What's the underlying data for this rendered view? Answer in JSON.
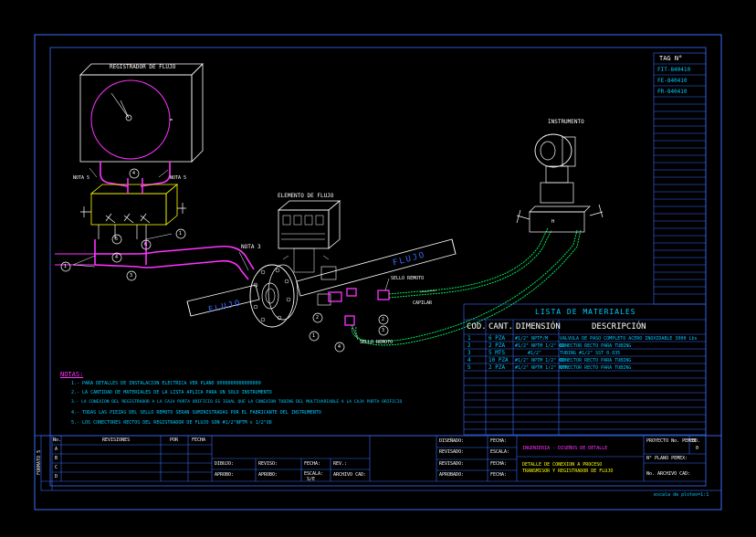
{
  "drawing": {
    "recorder_title": "REGISTRADOR DE FLUJO",
    "instrument_label": "INSTRUMENTO",
    "flow_element_label": "ELEMENTO DE FLUJO",
    "flow_text": "FLUJO",
    "nota3": "NOTA 3",
    "nota5_left": "NOTA 5",
    "nota5_right": "NOTA 5",
    "sello_remoto_top": "SELLO REMOTO",
    "sello_remoto_bottom": "SELLO REMOTO",
    "capilar": "CAPILAR",
    "bubbles": [
      "1",
      "2",
      "3",
      "4",
      "5",
      "6"
    ],
    "h_label": "H"
  },
  "tags": {
    "header": "TAG N°",
    "items": [
      "FIT-840410",
      "FE-840410",
      "FR-840410"
    ]
  },
  "bom": {
    "title": "LISTA DE MATERIALES",
    "headers": [
      "COD.",
      "CANT.",
      "DIMENSIÓN",
      "DESCRIPCIÓN"
    ],
    "rows": [
      {
        "cod": "1",
        "cant": "6 PZA",
        "dim": "#1/2\" NPTF/M",
        "desc": "VALVULA DE PASO COMPLETO ACERO INOXIDABLE 3000 Lbs"
      },
      {
        "cod": "2",
        "cant": "2 PZA",
        "dim": "#1/2\" NPTM 1/2\" OD",
        "desc": "CONECTOR RECTO PARA TUBING"
      },
      {
        "cod": "3",
        "cant": "5 MTS",
        "dim": "#1/2\"",
        "desc": "TUBING #1/2\" SST 0.035"
      },
      {
        "cod": "4",
        "cant": "10 PZA",
        "dim": "#1/2\" NPTM 1/2\" OD",
        "desc": "CONECTOR RECTO PARA TUBING"
      },
      {
        "cod": "5",
        "cant": "2 PZA",
        "dim": "#1/2\" NPTM 1/2\" NPT",
        "desc": "CONECTOR RECTO PARA TUBING"
      }
    ]
  },
  "notes": {
    "title": "NOTAS:",
    "items": [
      "1.- PARA DETALLES DE INSTALACION ELECTRICA VER PLANO 0000000000000000",
      "2.- LA CANTIDAD DE MATERIALES DE LA LISTA APLICA PARA UN SOLO INSTRUMENTO",
      "3.- LA CONEXION DEL REGISTRADOR A LA CAJA PORTA ORIFICIO ES IGUAL QUE LA CONEXION TUBING DEL MULTIVARIABLE A LA CAJA PORTA ORIFICIO",
      "4.- TODAS LAS PIEZAS DEL SELLO REMOTO SERAN SUMINISTRADAS POR EL FABRICANTE DEL INSTRUMENTO",
      "5.- LOS CONECTORES RECTOS DEL REGISTRADOR DE FLUJO SON #1/2\"NPTM x 1/2\"OD"
    ]
  },
  "titleblock": {
    "rev_labels": [
      "No.",
      "REVISIONES",
      "POR",
      "FECHA"
    ],
    "rev_letters": [
      "A",
      "B",
      "C",
      "D"
    ],
    "formato": "FORMATO 5",
    "sign_labels": {
      "dibujo": "DIBUJO:",
      "reviso": "REVISO:",
      "aprobo": "APROBO:",
      "disenado": "DISEÑADO:",
      "revisado": "REVISADO:",
      "aprobado": "APROBADO:",
      "fecha": "FECHA:",
      "escala": "ESCALA:",
      "rev": "REV.:",
      "archivo": "ARCHIVO CAD:",
      "escala_value": "S/E"
    },
    "company": "INGENIERIA - DISEÑOS DE DETALLE",
    "detail_title_1": "DETALLE DE CONEXION A PROCESO",
    "detail_title_2": "TRANSMISOR Y REGISTRADOR DE FLUJO",
    "proyecto": "PROYECTO No. PEMEX",
    "edicion": "ED.",
    "edicion_value": "0",
    "plano_label": "N° PLANO PEMEX:",
    "archivo_cad": "No. ARCHIVO CAD:",
    "scale_note": "escala de ploteo=1:1"
  },
  "colors": {
    "frame": "#3a6cff",
    "text": "#ffffff",
    "yellow": "#ffff00",
    "magenta": "#ff33ff",
    "cyan": "#00c8ff",
    "green": "#00ff66"
  }
}
